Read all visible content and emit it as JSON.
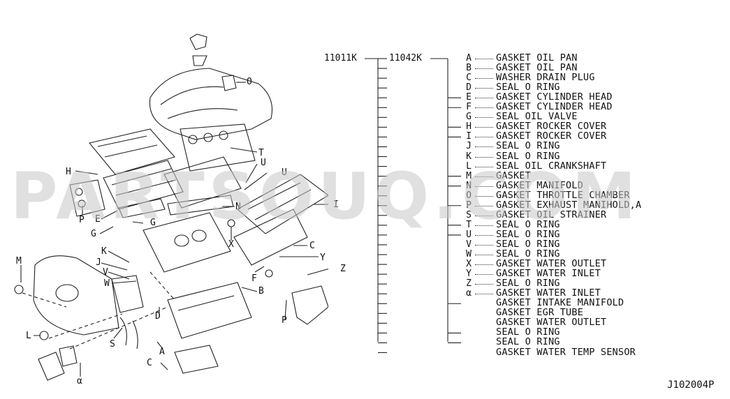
{
  "assembly": {
    "parent_code": "11011K",
    "child_code": "11042K"
  },
  "parts": [
    {
      "code": "A",
      "name": "GASKET OIL PAN",
      "tick": false
    },
    {
      "code": "B",
      "name": "GASKET OIL PAN",
      "tick": false
    },
    {
      "code": "C",
      "name": "WASHER DRAIN PLUG",
      "tick": false
    },
    {
      "code": "D",
      "name": "SEAL O RING",
      "tick": false
    },
    {
      "code": "E",
      "name": "GASKET CYLINDER HEAD",
      "tick": true
    },
    {
      "code": "F",
      "name": "GASKET CYLINDER HEAD",
      "tick": true
    },
    {
      "code": "G",
      "name": "SEAL OIL VALVE",
      "tick": false
    },
    {
      "code": "H",
      "name": "GASKET ROCKER COVER",
      "tick": true
    },
    {
      "code": "I",
      "name": "GASKET ROCKER COVER",
      "tick": true
    },
    {
      "code": "J",
      "name": "SEAL O RING",
      "tick": false
    },
    {
      "code": "K",
      "name": "SEAL O RING",
      "tick": false
    },
    {
      "code": "L",
      "name": "SEAL OIL CRANKSHAFT",
      "tick": false
    },
    {
      "code": "M",
      "name": "GASKET",
      "tick": true
    },
    {
      "code": "N",
      "name": "GASKET MANIFOLD",
      "tick": true
    },
    {
      "code": "O",
      "name": "GASKET THROTTLE CHAMBER",
      "tick": false
    },
    {
      "code": "P",
      "name": "GASKET EXHAUST MANIHOLD,A",
      "tick": true
    },
    {
      "code": "S",
      "name": "GASKET OIL STRAINER",
      "tick": false
    },
    {
      "code": "T",
      "name": "SEAL O RING",
      "tick": true
    },
    {
      "code": "U",
      "name": "SEAL O RING",
      "tick": true
    },
    {
      "code": "V",
      "name": "SEAL O RING",
      "tick": false
    },
    {
      "code": "W",
      "name": "SEAL O RING",
      "tick": false
    },
    {
      "code": "X",
      "name": "GASKET WATER OUTLET",
      "tick": false
    },
    {
      "code": "Y",
      "name": "GASKET WATER INLET",
      "tick": false
    },
    {
      "code": "Z",
      "name": "SEAL O RING",
      "tick": false
    },
    {
      "code": "α",
      "name": "GASKET WATER INLET",
      "tick": false
    },
    {
      "code": "",
      "name": "GASKET INTAKE MANIFOLD",
      "tick": true
    },
    {
      "code": "",
      "name": "GASKET EGR TUBE",
      "tick": false
    },
    {
      "code": "",
      "name": "GASKET WATER OUTLET",
      "tick": false
    },
    {
      "code": "",
      "name": "SEAL O RING",
      "tick": true
    },
    {
      "code": "",
      "name": "SEAL O RING",
      "tick": true
    },
    {
      "code": "",
      "name": "GASKET WATER TEMP SENSOR",
      "tick": false
    }
  ],
  "callouts": [
    "O",
    "T",
    "U",
    "U",
    "H",
    "N",
    "I",
    "P",
    "E",
    "G",
    "G",
    "X",
    "C",
    "K",
    "J",
    "V",
    "W",
    "Y",
    "Z",
    "F",
    "B",
    "M",
    "L",
    "S",
    "D",
    "A",
    "P",
    "C",
    "α"
  ],
  "watermark": "PARTSOUQ.COM",
  "figure_id": "J102004P"
}
